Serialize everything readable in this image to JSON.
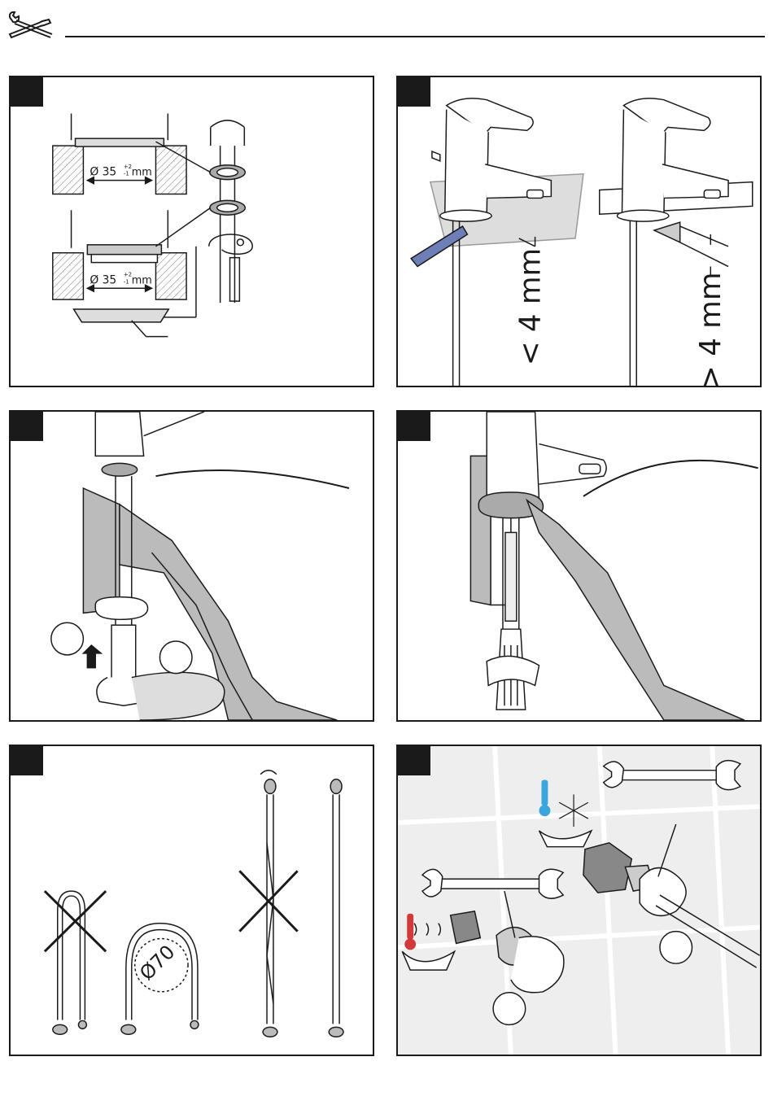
{
  "header": {
    "icon": "wrench-screwdriver-icon"
  },
  "panels": [
    {
      "id": "step-1",
      "dim_upper": "Ø 35",
      "dim_lower": "Ø 35",
      "tol_top": "+2",
      "tol_bottom": "-1",
      "unit": "mm"
    },
    {
      "id": "step-2",
      "label_left": "< 4 mm",
      "label_right": "> 4 mm"
    },
    {
      "id": "step-3"
    },
    {
      "id": "step-4"
    },
    {
      "id": "step-5",
      "bend_label": "Ø70"
    },
    {
      "id": "step-6",
      "icons": [
        "cold-thermometer-icon",
        "snowflake-icon",
        "hot-thermometer-icon",
        "steam-icon",
        "wrench-icon"
      ]
    }
  ],
  "colors": {
    "line": "#1a1a1a",
    "tile_bg": "#eeeeee",
    "hose_blue": "#6e7fb8",
    "cold": "#3aa6dd",
    "hot": "#d23a3a"
  }
}
